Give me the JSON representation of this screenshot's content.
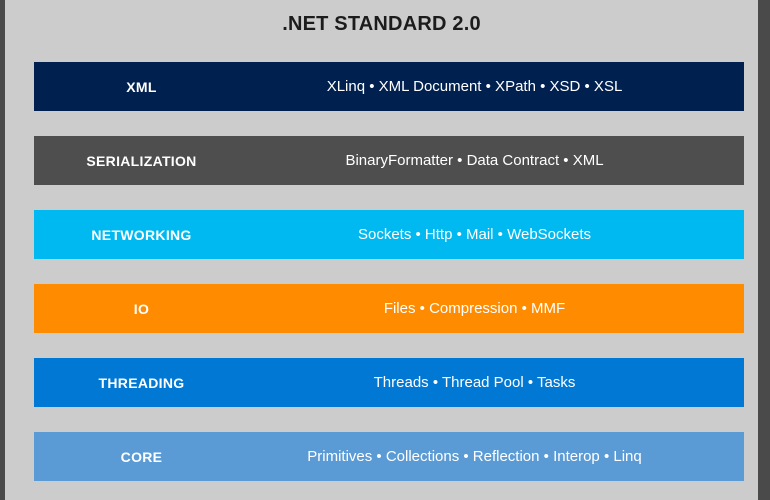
{
  "slide": {
    "title": ".NET STANDARD 2.0",
    "background_color": "#cccccc",
    "border_color": "#4a4a4a",
    "text_color": "#ffffff",
    "title_color": "#1c1c1c"
  },
  "layers": [
    {
      "name": "XML",
      "members": "XLinq • XML Document  • XPath • XSD • XSL",
      "color": "#002050"
    },
    {
      "name": "SERIALIZATION",
      "members": "BinaryFormatter • Data Contract • XML",
      "color": "#4e4e4e"
    },
    {
      "name": "NETWORKING",
      "members": "Sockets • Http • Mail • WebSockets",
      "color": "#00b9f1"
    },
    {
      "name": "IO",
      "members": "Files • Compression • MMF",
      "color": "#ff8c00"
    },
    {
      "name": "THREADING",
      "members": "Threads • Thread Pool • Tasks",
      "color": "#0078d4"
    },
    {
      "name": "CORE",
      "members": "Primitives • Collections • Reflection • Interop • Linq",
      "color": "#5b9bd5"
    }
  ]
}
